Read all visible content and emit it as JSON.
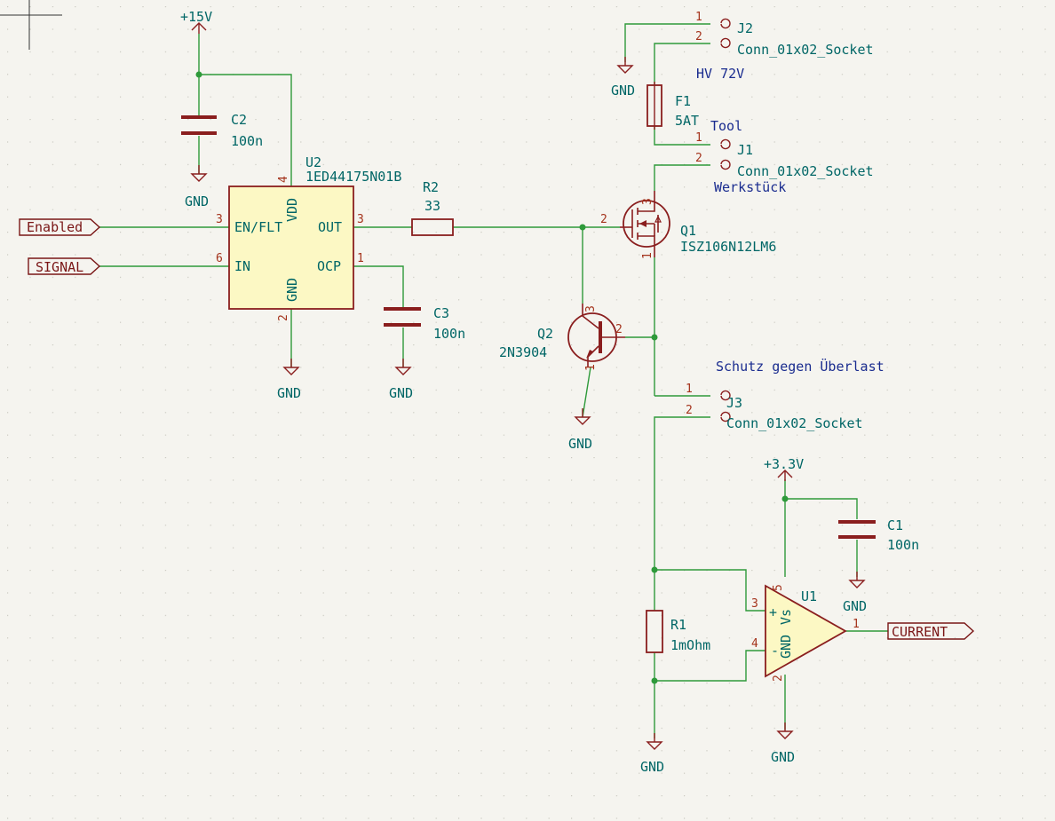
{
  "components": {
    "U2": {
      "ref": "U2",
      "value": "1ED44175N01B",
      "pins": {
        "vdd": "VDD",
        "en": "EN/FLT",
        "in": "IN",
        "gnd": "GND",
        "out": "OUT",
        "ocp": "OCP"
      },
      "pin_numbers": {
        "vdd": "4",
        "en": "3",
        "in": "6",
        "gnd": "2",
        "out": "3",
        "ocp": "1"
      }
    },
    "C2": {
      "ref": "C2",
      "value": "100n"
    },
    "C3": {
      "ref": "C3",
      "value": "100n"
    },
    "C1": {
      "ref": "C1",
      "value": "100n"
    },
    "R2": {
      "ref": "R2",
      "value": "33"
    },
    "R1": {
      "ref": "R1",
      "value": "1mOhm"
    },
    "Q1": {
      "ref": "Q1",
      "value": "ISZ106N12LM6",
      "pin_numbers": {
        "g": "2",
        "d": "3",
        "s": "1"
      }
    },
    "Q2": {
      "ref": "Q2",
      "value": "2N3904",
      "pin_numbers": {
        "c": "3",
        "b": "2",
        "e": "1"
      }
    },
    "F1": {
      "ref": "F1",
      "value": "5AT"
    },
    "J1": {
      "ref": "J1",
      "value": "Conn_01x02_Socket"
    },
    "J2": {
      "ref": "J2",
      "value": "Conn_01x02_Socket"
    },
    "J3": {
      "ref": "J3",
      "value": "Conn_01x02_Socket"
    },
    "U1": {
      "ref": "U1",
      "plus": "+",
      "minus": "-",
      "gnd_lbl": "GND",
      "vs_lbl": "Vs",
      "pin_numbers": {
        "p3": "3",
        "p4": "4",
        "p5": "5",
        "p2": "2",
        "p1": "1"
      }
    }
  },
  "connector_pins": {
    "one": "1",
    "two": "2"
  },
  "power": {
    "v15": "+15V",
    "v33": "+3.3V",
    "gnd": "GND"
  },
  "labels": {
    "enabled": "Enabled",
    "signal": "SIGNAL",
    "current": "CURRENT"
  },
  "notes": {
    "hv": "HV 72V",
    "tool": "Tool",
    "werkstueck": "Werkstück",
    "schutz": "Schutz gegen Überlast"
  },
  "colors": {
    "wire": "#2e9a3a",
    "symbol": "#8a1e1e",
    "body_fill": "#fcf8c4",
    "text": "#006666",
    "note": "#1a2c8f",
    "background": "#f5f4ef"
  }
}
